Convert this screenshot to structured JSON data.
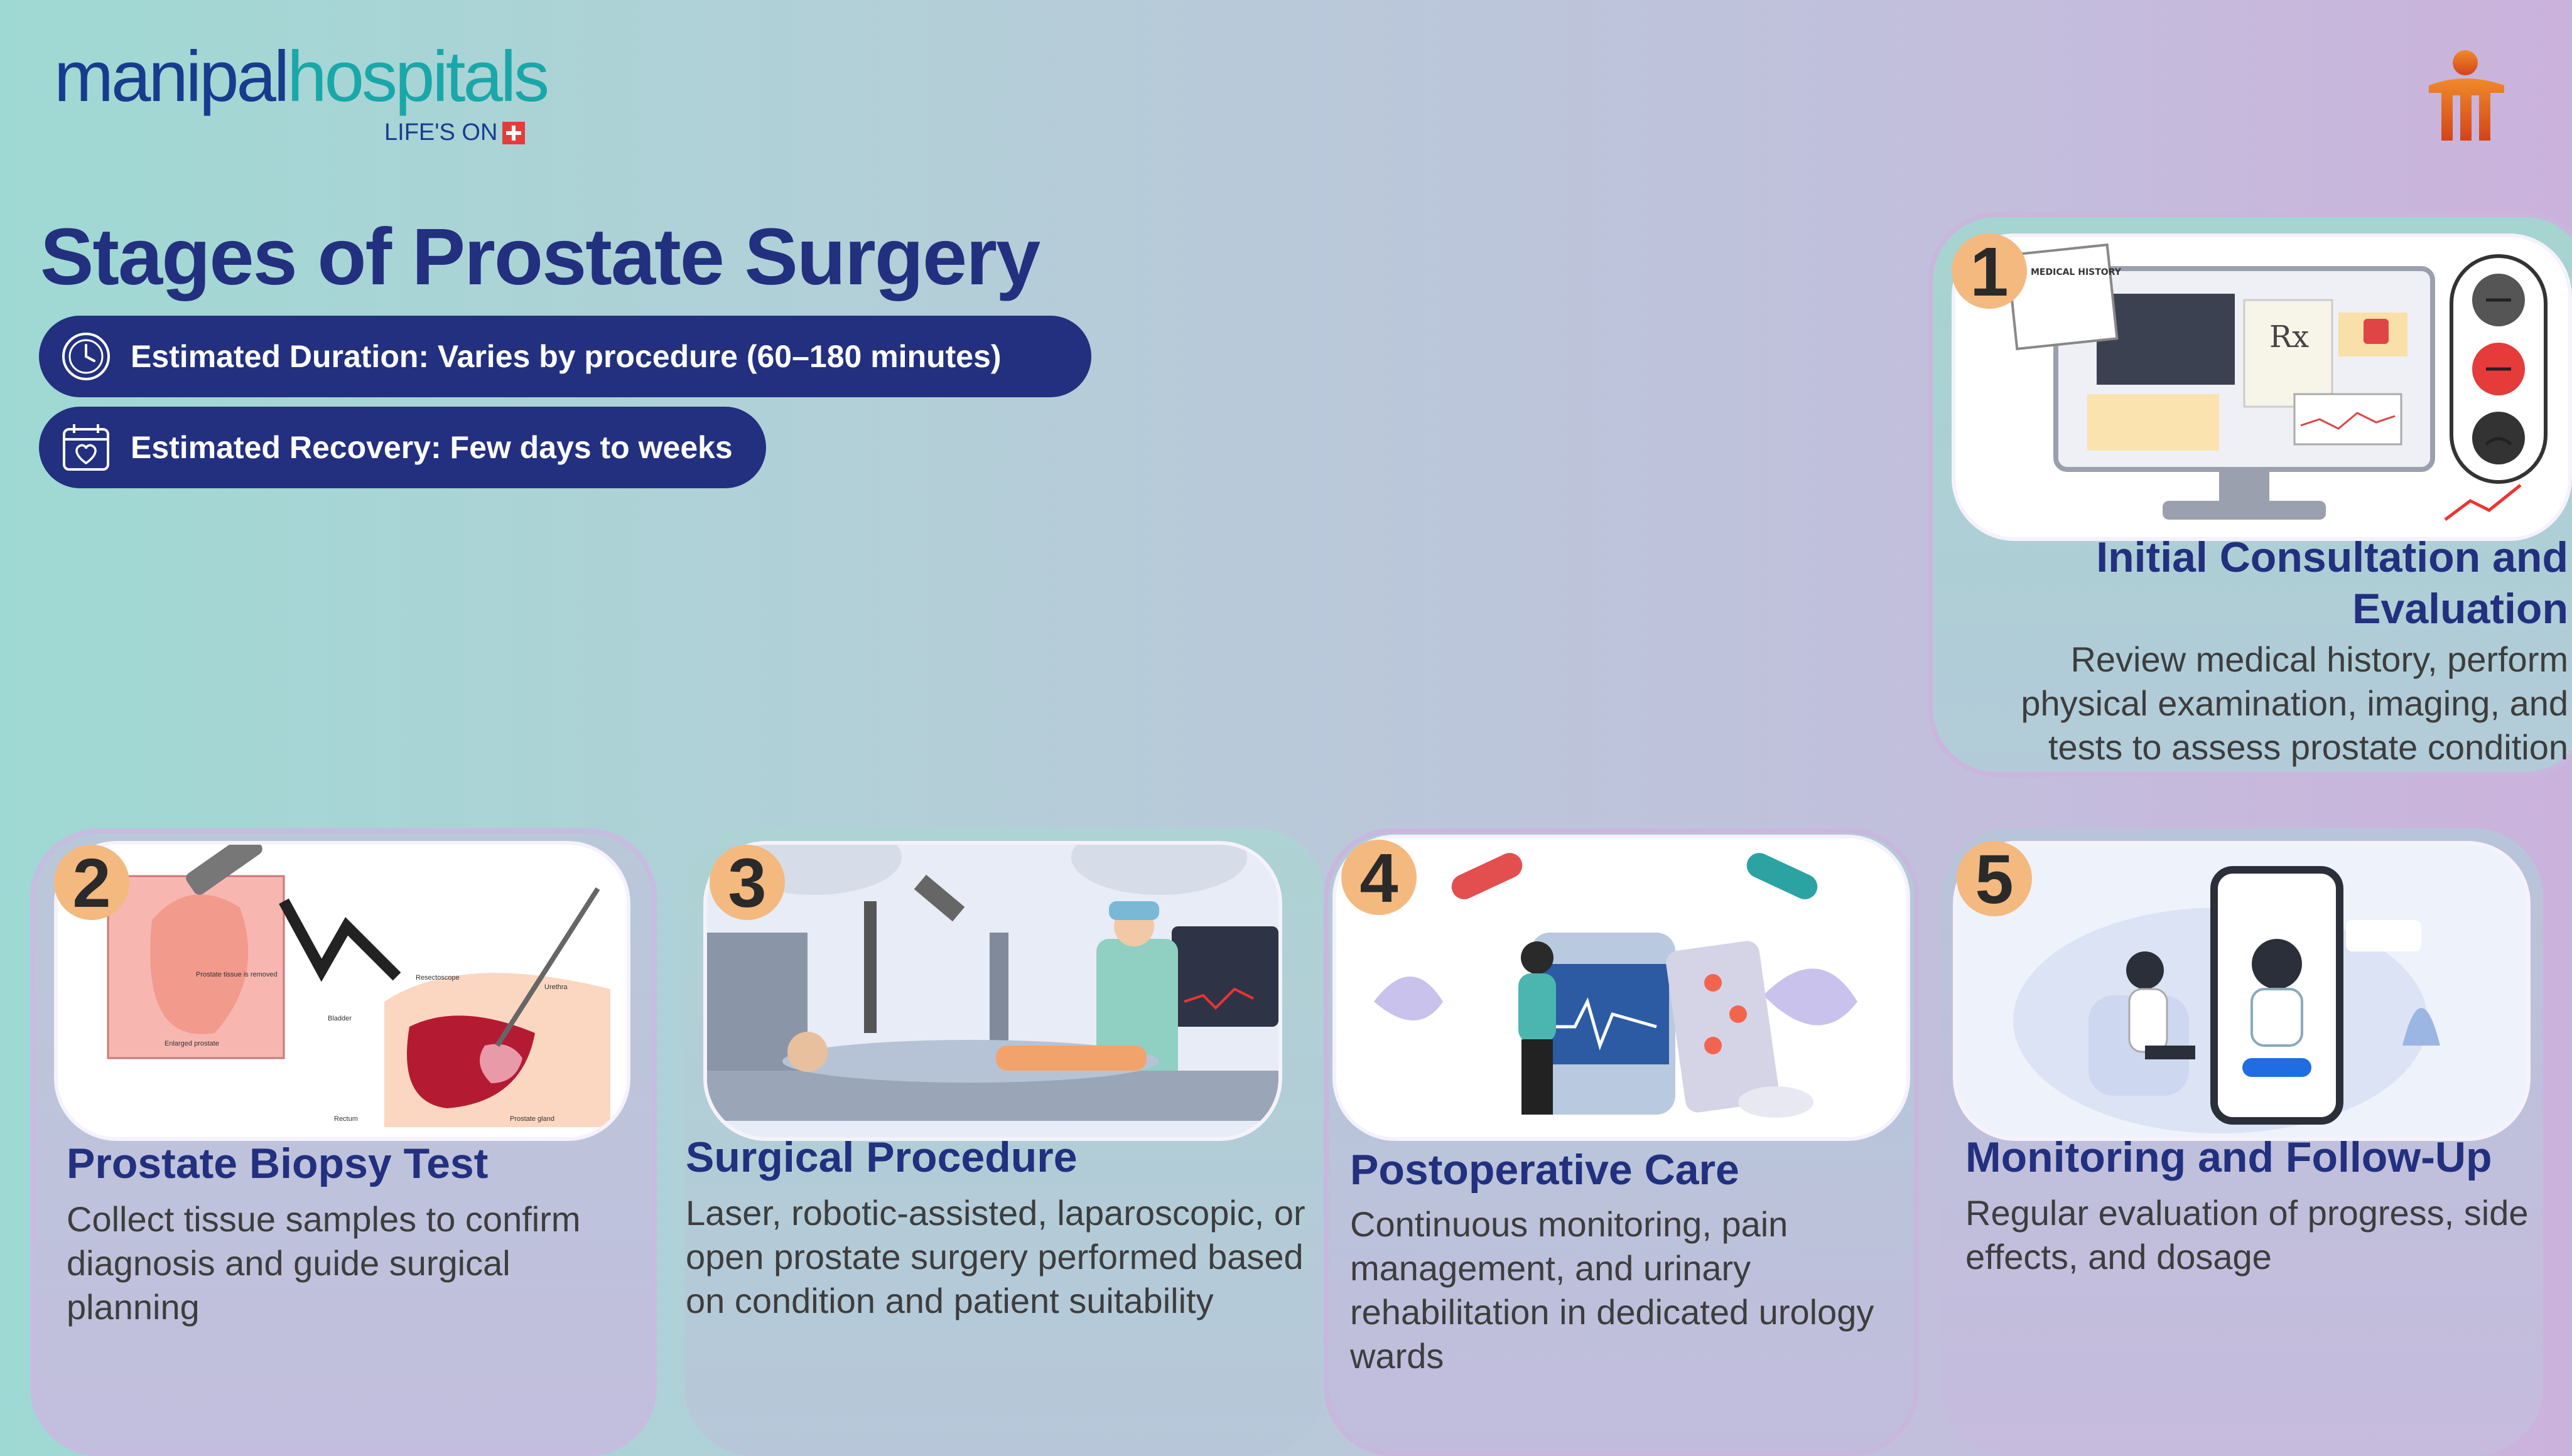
{
  "logo": {
    "part1": "manipal",
    "part2": "hospitals",
    "tagline": "LIFE'S ON"
  },
  "title": "Stages of Prostate Surgery",
  "pills": {
    "duration": "Estimated Duration: Varies by procedure (60–180 minutes)",
    "recovery": "Estimated Recovery: Few days to weeks"
  },
  "stages": [
    {
      "num": "1",
      "title": "Initial Consultation and Evaluation",
      "desc": "Review medical history, perform physical examination, imaging, and tests to assess prostate condition"
    },
    {
      "num": "2",
      "title": "Prostate Biopsy Test",
      "desc": "Collect tissue samples to confirm diagnosis and guide surgical planning"
    },
    {
      "num": "3",
      "title": "Surgical Procedure",
      "desc": "Laser, robotic-assisted, laparoscopic, or open prostate surgery performed based on condition and patient suitability"
    },
    {
      "num": "4",
      "title": "Postoperative Care",
      "desc": "Continuous monitoring, pain management, and urinary rehabilitation in dedicated urology wards"
    },
    {
      "num": "5",
      "title": "Monitoring and Follow-Up",
      "desc": "Regular evaluation of progress, side effects, and dosage"
    }
  ],
  "illustration_labels": {
    "medical_history": "MEDICAL HISTORY",
    "rx": "Rx",
    "biopsy": [
      "Prostate tissue is removed",
      "Enlarged prostate",
      "Bladder",
      "Rectum",
      "Resectoscope",
      "Urethra",
      "Prostate gland"
    ]
  },
  "colors": {
    "navy": "#22307f",
    "teal": "#1aa7a9",
    "badge": "#f4b97f",
    "accent": "#e8591e"
  }
}
